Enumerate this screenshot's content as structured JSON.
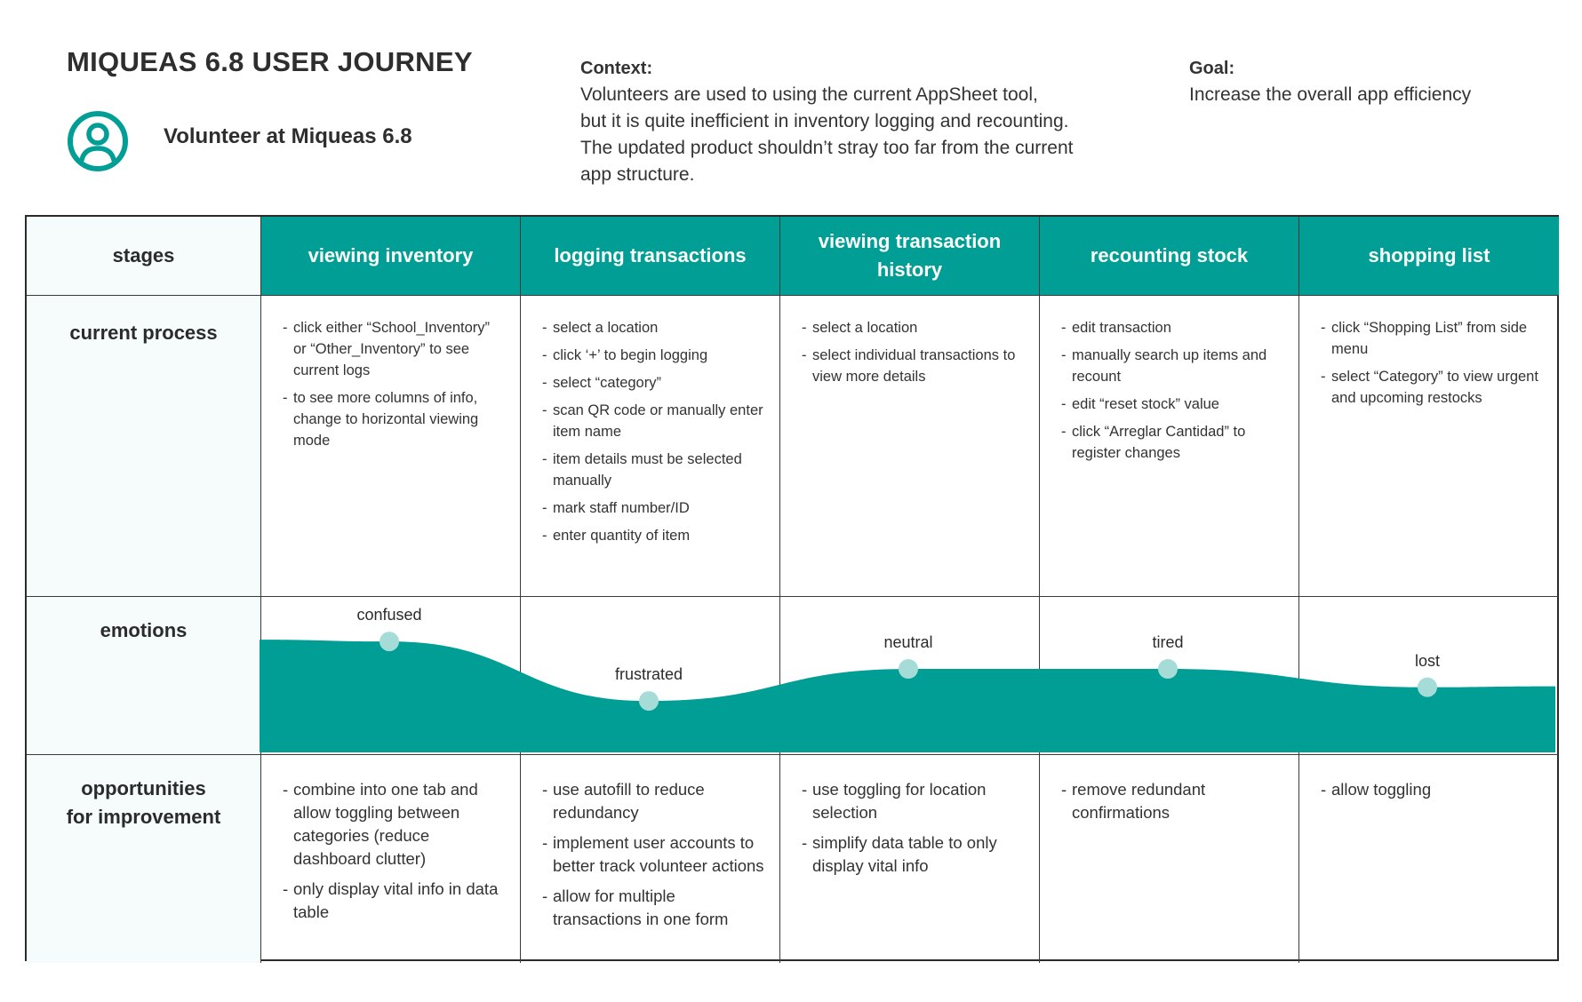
{
  "header": {
    "title": "MIQUEAS 6.8 USER JOURNEY",
    "persona": "Volunteer at Miqueas 6.8",
    "context_label": "Context:",
    "context_lines": [
      "Volunteers are used to using the current AppSheet tool,",
      "but it is quite inefficient in inventory logging and recounting.",
      "The updated product shouldn’t stray too far from the current",
      "app structure."
    ],
    "goal_label": "Goal:",
    "goal_text": "Increase the overall app efficiency"
  },
  "colors": {
    "accent": "#009e95",
    "point": "#a6dcd8",
    "rowhead_bg": "#f6fcfc"
  },
  "icons": {
    "persona": "user-circle-icon"
  },
  "rows": {
    "stages": "stages",
    "process": "current process",
    "emotions": "emotions",
    "opportunities_1": "opportunities",
    "opportunities_2": "for improvement"
  },
  "stages": [
    {
      "name": "viewing inventory",
      "process": [
        "click either “School_Inventory” or “Other_Inventory” to see current logs",
        "to see more columns of info, change to horizontal viewing mode"
      ],
      "opportunities": [
        "combine into one tab and allow toggling between categories (reduce dashboard clutter)",
        "only display vital info in data table"
      ]
    },
    {
      "name": "logging transactions",
      "process": [
        "select a location",
        "click ‘+’ to begin logging",
        "select “category”",
        "scan QR code or manually enter item name",
        "item details must be selected manually",
        "mark staff number/ID",
        "enter quantity of item"
      ],
      "opportunities": [
        "use autofill to reduce redundancy",
        "implement user accounts to better track volunteer actions",
        "allow for multiple transactions in one form"
      ]
    },
    {
      "name": "viewing transaction history",
      "process": [
        "select a location",
        "select individual transactions to view more details"
      ],
      "opportunities": [
        "use toggling for location selection",
        "simplify data table to only display vital info"
      ]
    },
    {
      "name": "recounting stock",
      "process": [
        "edit transaction",
        "manually search up items and recount",
        "edit “reset stock” value",
        "click “Arreglar Cantidad” to register changes"
      ],
      "opportunities": [
        "remove redundant confirmations"
      ]
    },
    {
      "name": "shopping list",
      "process": [
        "click “Shopping List” from side menu",
        "select “Category” to view urgent and upcoming restocks"
      ],
      "opportunities": [
        "allow toggling"
      ]
    }
  ],
  "emotions": [
    {
      "label": "confused",
      "level": 0.95
    },
    {
      "label": "frustrated",
      "level": 0.3
    },
    {
      "label": "neutral",
      "level": 0.65
    },
    {
      "label": "tired",
      "level": 0.65
    },
    {
      "label": "lost",
      "level": 0.45
    }
  ]
}
